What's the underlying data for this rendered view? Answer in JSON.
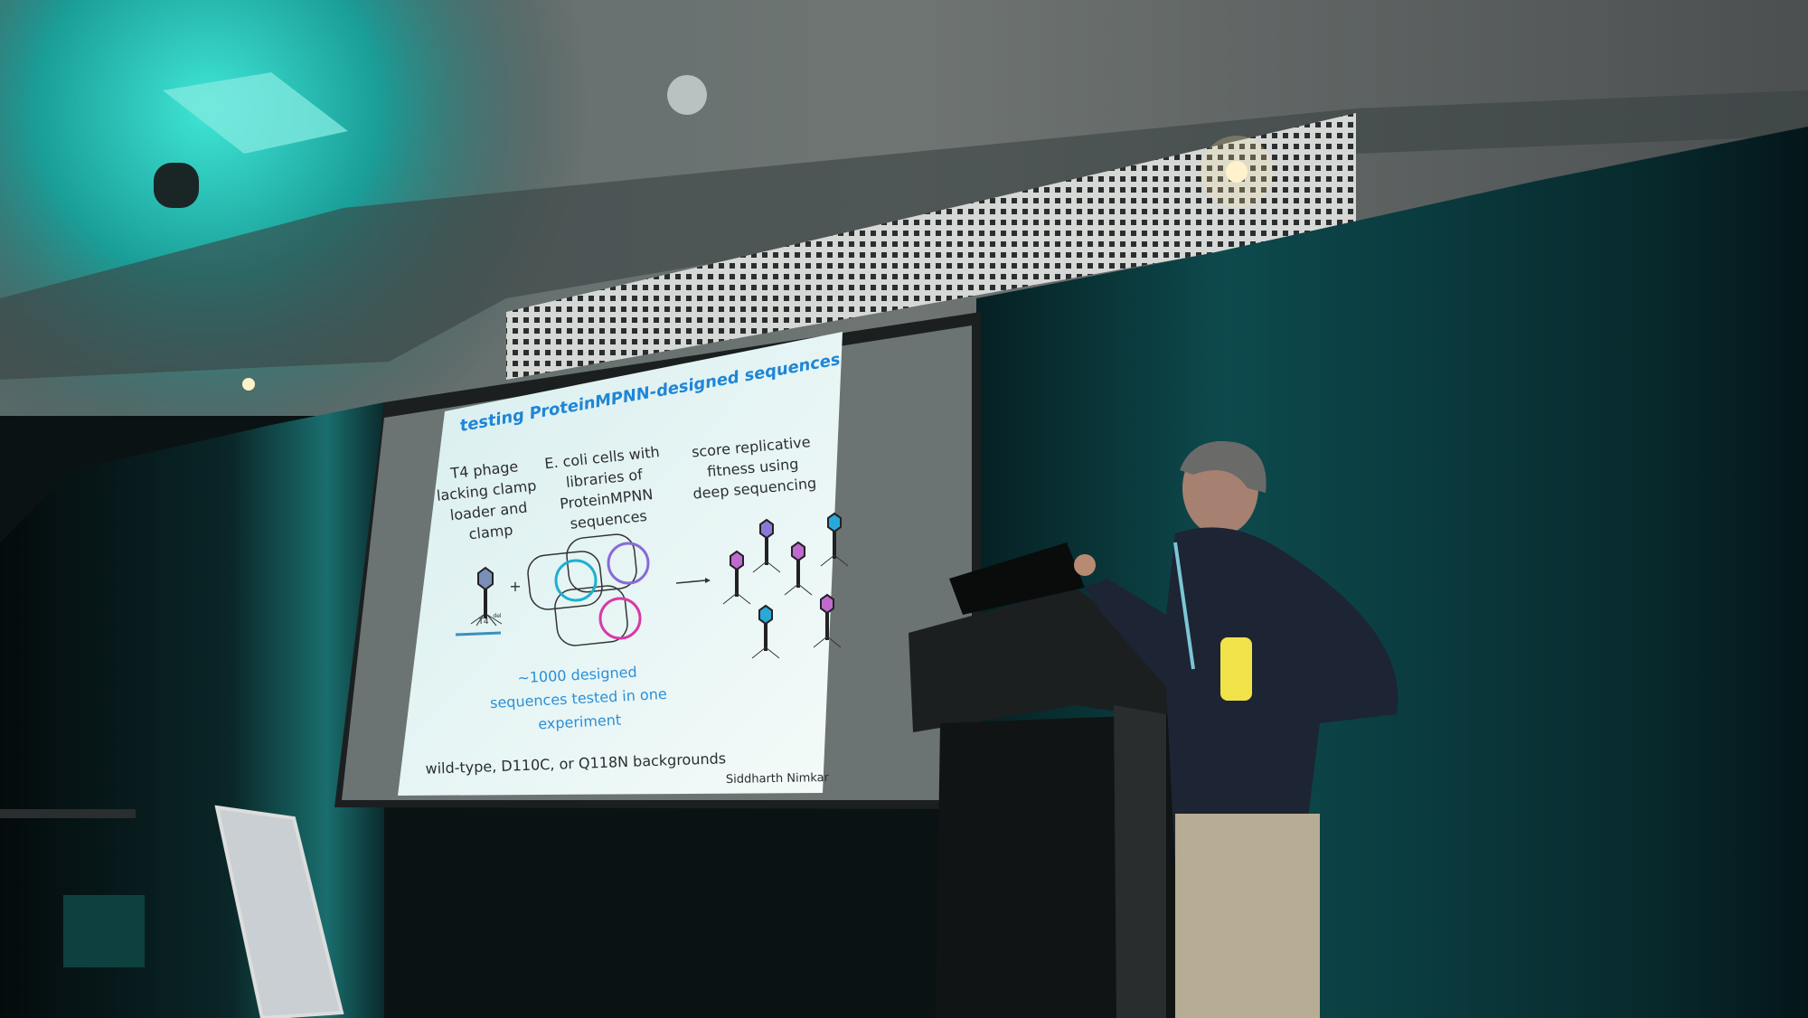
{
  "slide": {
    "title": "testing ProteinMPNN-designed sequences",
    "col1": [
      "T4 phage",
      "lacking clamp",
      "loader and",
      "clamp"
    ],
    "col1_label": "T4",
    "col1_label_sup": "del",
    "plus": "+",
    "col2": [
      "E. coli cells with",
      "libraries of",
      "ProteinMPNN",
      "sequences"
    ],
    "arrow": "→",
    "col3": [
      "score replicative",
      "fitness using",
      "deep sequencing"
    ],
    "highlight": [
      "~1000 designed",
      "sequences tested in one",
      "experiment"
    ],
    "footer": "wild-type, D110C, or Q118N backgrounds",
    "credit": "Siddharth Nimkar"
  },
  "colors": {
    "curtain": "#0f4d50",
    "ceiling_light": "#27d3c4",
    "slide_bg": "#e6f4f4",
    "slide_accent": "#2a8fd8"
  }
}
